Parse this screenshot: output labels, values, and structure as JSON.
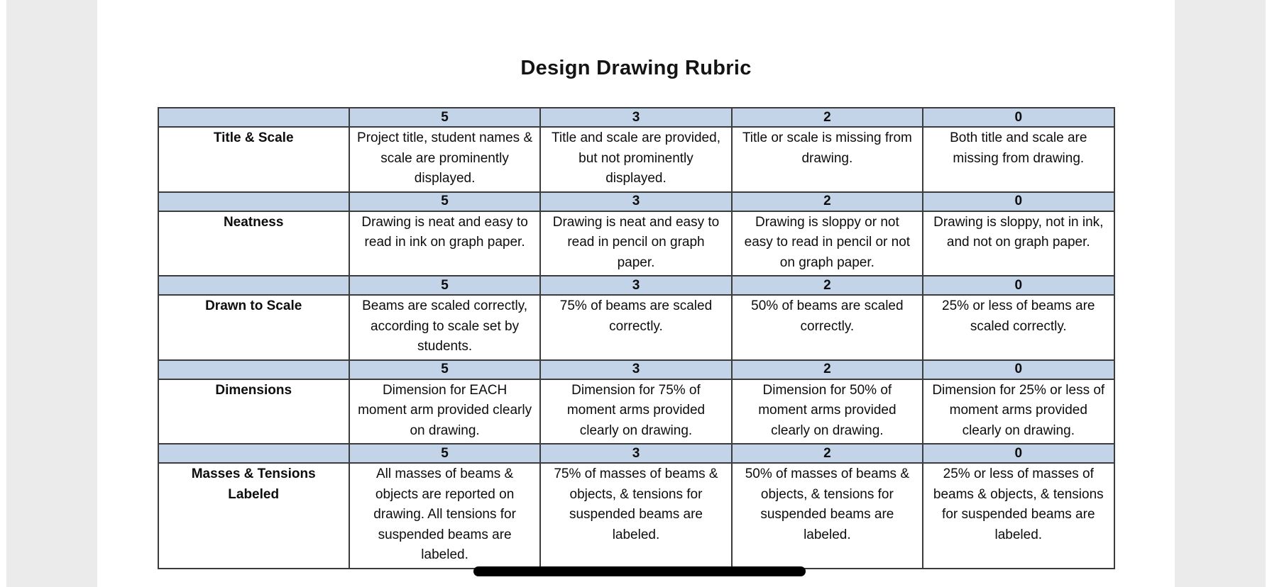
{
  "page": {
    "title": "Design Drawing Rubric"
  },
  "colors": {
    "score_header_fill": "#c3d4e9",
    "table_border": "#3c3c3c",
    "canvas_background": "#ebebeb",
    "page_background": "#ffffff",
    "scroll_pill": "#000000"
  },
  "rubric": {
    "score_headers": [
      "5",
      "3",
      "2",
      "0"
    ],
    "rows": [
      {
        "criterion": "Title & Scale",
        "cells": [
          "Project title, student names & scale are prominently displayed.",
          "Title and scale are provided, but not prominently displayed.",
          "Title or scale is missing from drawing.",
          "Both title and scale are missing from drawing."
        ]
      },
      {
        "criterion": "Neatness",
        "cells": [
          "Drawing is neat and easy to read in ink on graph paper.",
          "Drawing is neat and easy to read in pencil on graph paper.",
          "Drawing is sloppy or not easy to read in pencil or not on graph paper.",
          "Drawing is sloppy, not in ink, and not on graph paper."
        ]
      },
      {
        "criterion": "Drawn to Scale",
        "cells": [
          "Beams are scaled correctly, according to scale set by students.",
          "75% of beams are scaled correctly.",
          "50% of beams are scaled correctly.",
          "25% or less of beams are scaled correctly."
        ]
      },
      {
        "criterion": "Dimensions",
        "cells": [
          "Dimension for EACH moment arm provided clearly on drawing.",
          "Dimension for 75% of moment arms provided clearly on drawing.",
          "Dimension for 50% of moment arms provided clearly on drawing.",
          "Dimension for 25% or less of moment arms provided clearly on drawing."
        ]
      },
      {
        "criterion": "Masses & Tensions Labeled",
        "cells": [
          "All masses of beams & objects are reported on drawing.  All tensions for suspended beams are labeled.",
          "75% of masses of beams & objects, & tensions for suspended beams are labeled.",
          "50% of masses of beams & objects, & tensions for suspended beams are labeled.",
          "25% or less of masses of beams & objects, & tensions for suspended beams are labeled."
        ]
      }
    ]
  }
}
